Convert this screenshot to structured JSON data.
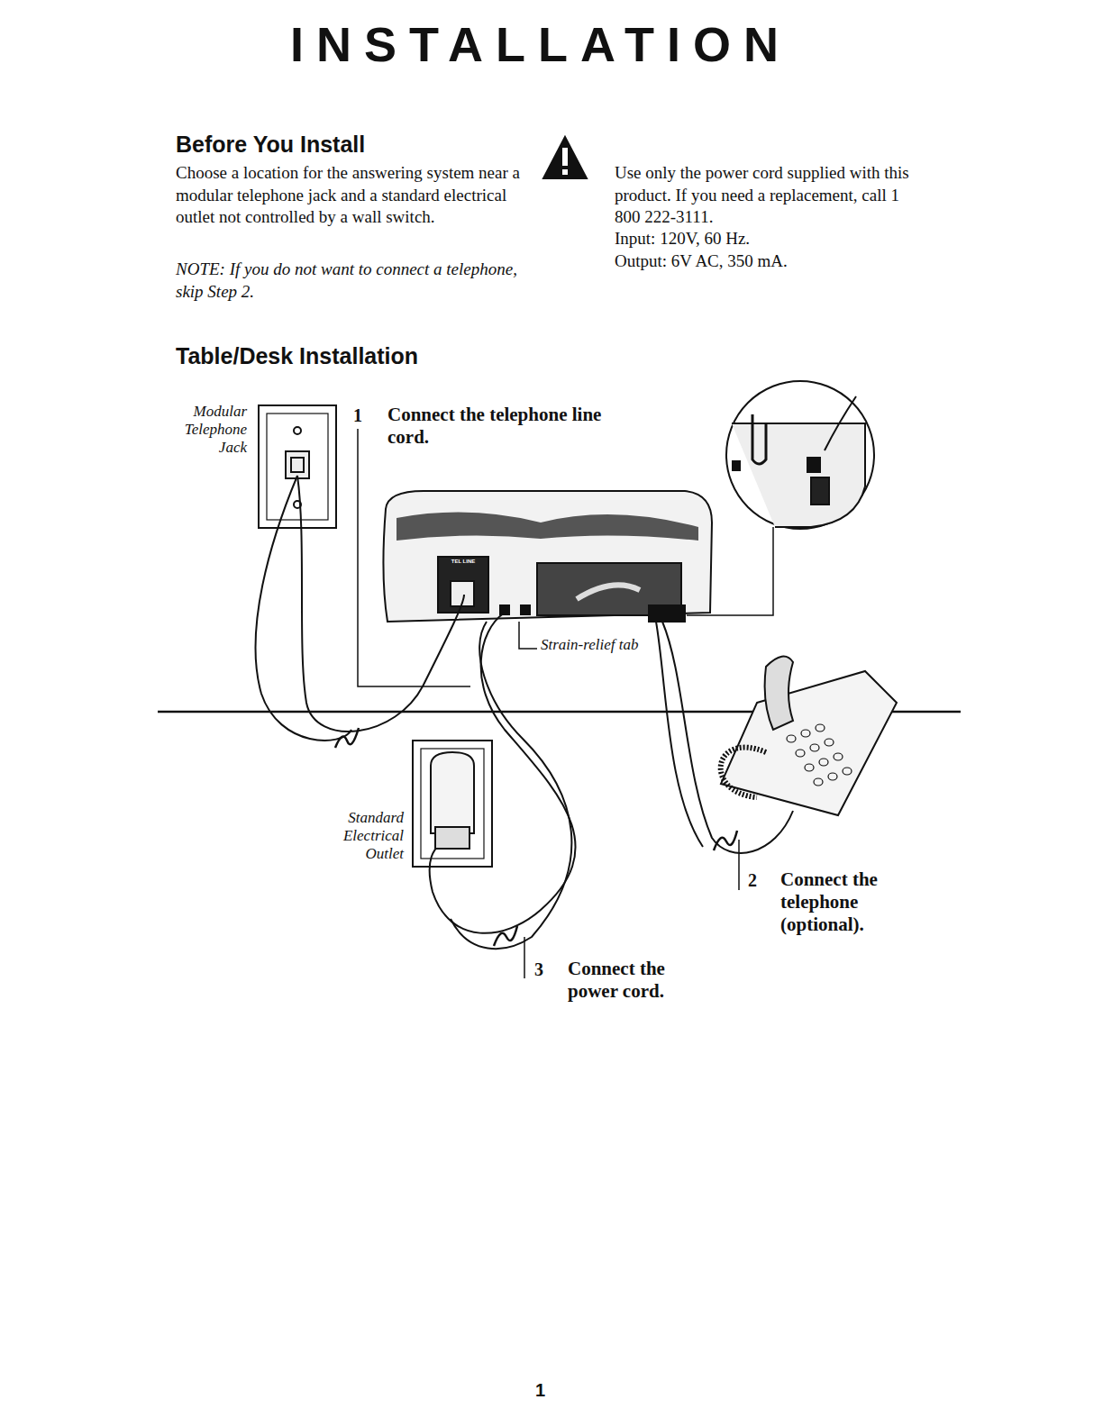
{
  "diagram": {
    "title": "INSTALLATION",
    "labels": [
      "Before You Install",
      "Choose a location for the answering system near a modular telephone jack and a standard electrical outlet not controlled by a wall switch.",
      "NOTE: If you do not want to connect a telephone, skip Step 2.",
      "Use only the power cord supplied with this product. If you need a replacement, call 1 800 222-3111.",
      "Input: 120V, 60 Hz.",
      "Output: 6V AC, 350 mA.",
      "Table/Desk Installation",
      "Modular Telephone Jack",
      "1",
      "Connect the telephone line cord.",
      "TEL LINE",
      "Strain-relief tab",
      "Standard Electrical Outlet",
      "2",
      "Connect the telephone (optional).",
      "3",
      "Connect the power cord.",
      "1"
    ]
  }
}
